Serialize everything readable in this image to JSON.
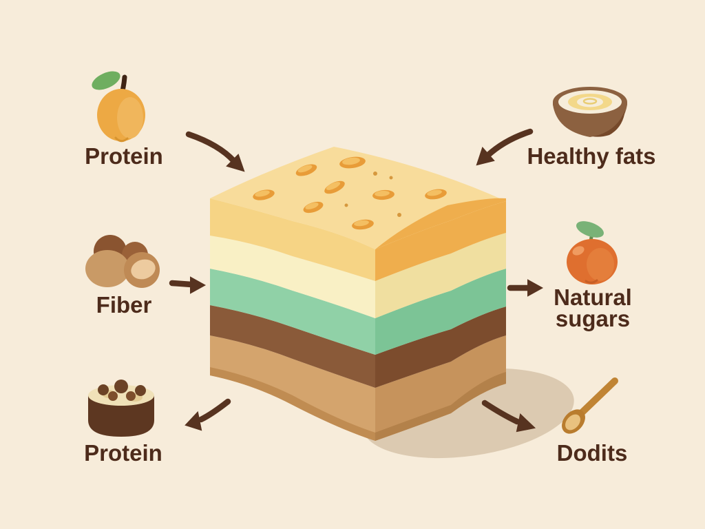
{
  "colors": {
    "background": "#f7ecda",
    "label_text": "#4d2b1b",
    "arrow": "#573320",
    "shadow": "#dccab1",
    "bar_top_face": "#f8dc9b",
    "oat_piece": "#e89c38",
    "oat_piece_highlight": "#f4bf62",
    "oat_speck": "#d6983e"
  },
  "bar": {
    "description": "five-layer snack bar",
    "layers": [
      {
        "name": "oat topping",
        "left_face": "#f6d485",
        "right_face": "#efae4d"
      },
      {
        "name": "cream",
        "left_face": "#f9f0c5",
        "right_face": "#f0dfa0"
      },
      {
        "name": "mint green",
        "left_face": "#90d1a7",
        "right_face": "#7cc496"
      },
      {
        "name": "dark brown",
        "left_face": "#8a5a39",
        "right_face": "#7c4c2d"
      },
      {
        "name": "caramel tan",
        "left_face": "#d4a46d",
        "right_face": "#c6935c"
      }
    ]
  },
  "callouts": [
    {
      "position": "top-left",
      "label": "Protein",
      "icon": "apricot-icon"
    },
    {
      "position": "top-right",
      "label": "Healthy fats",
      "icon": "coconut-bowl-icon"
    },
    {
      "position": "middle-left",
      "label": "Fiber",
      "icon": "nuts-icon"
    },
    {
      "position": "middle-right",
      "label": "Natural sugars",
      "icon": "orange-icon"
    },
    {
      "position": "bottom-left",
      "label": "Protein",
      "icon": "protein-cup-icon"
    },
    {
      "position": "bottom-right",
      "label": "Dodits",
      "icon": "wooden-spoon-icon"
    }
  ]
}
